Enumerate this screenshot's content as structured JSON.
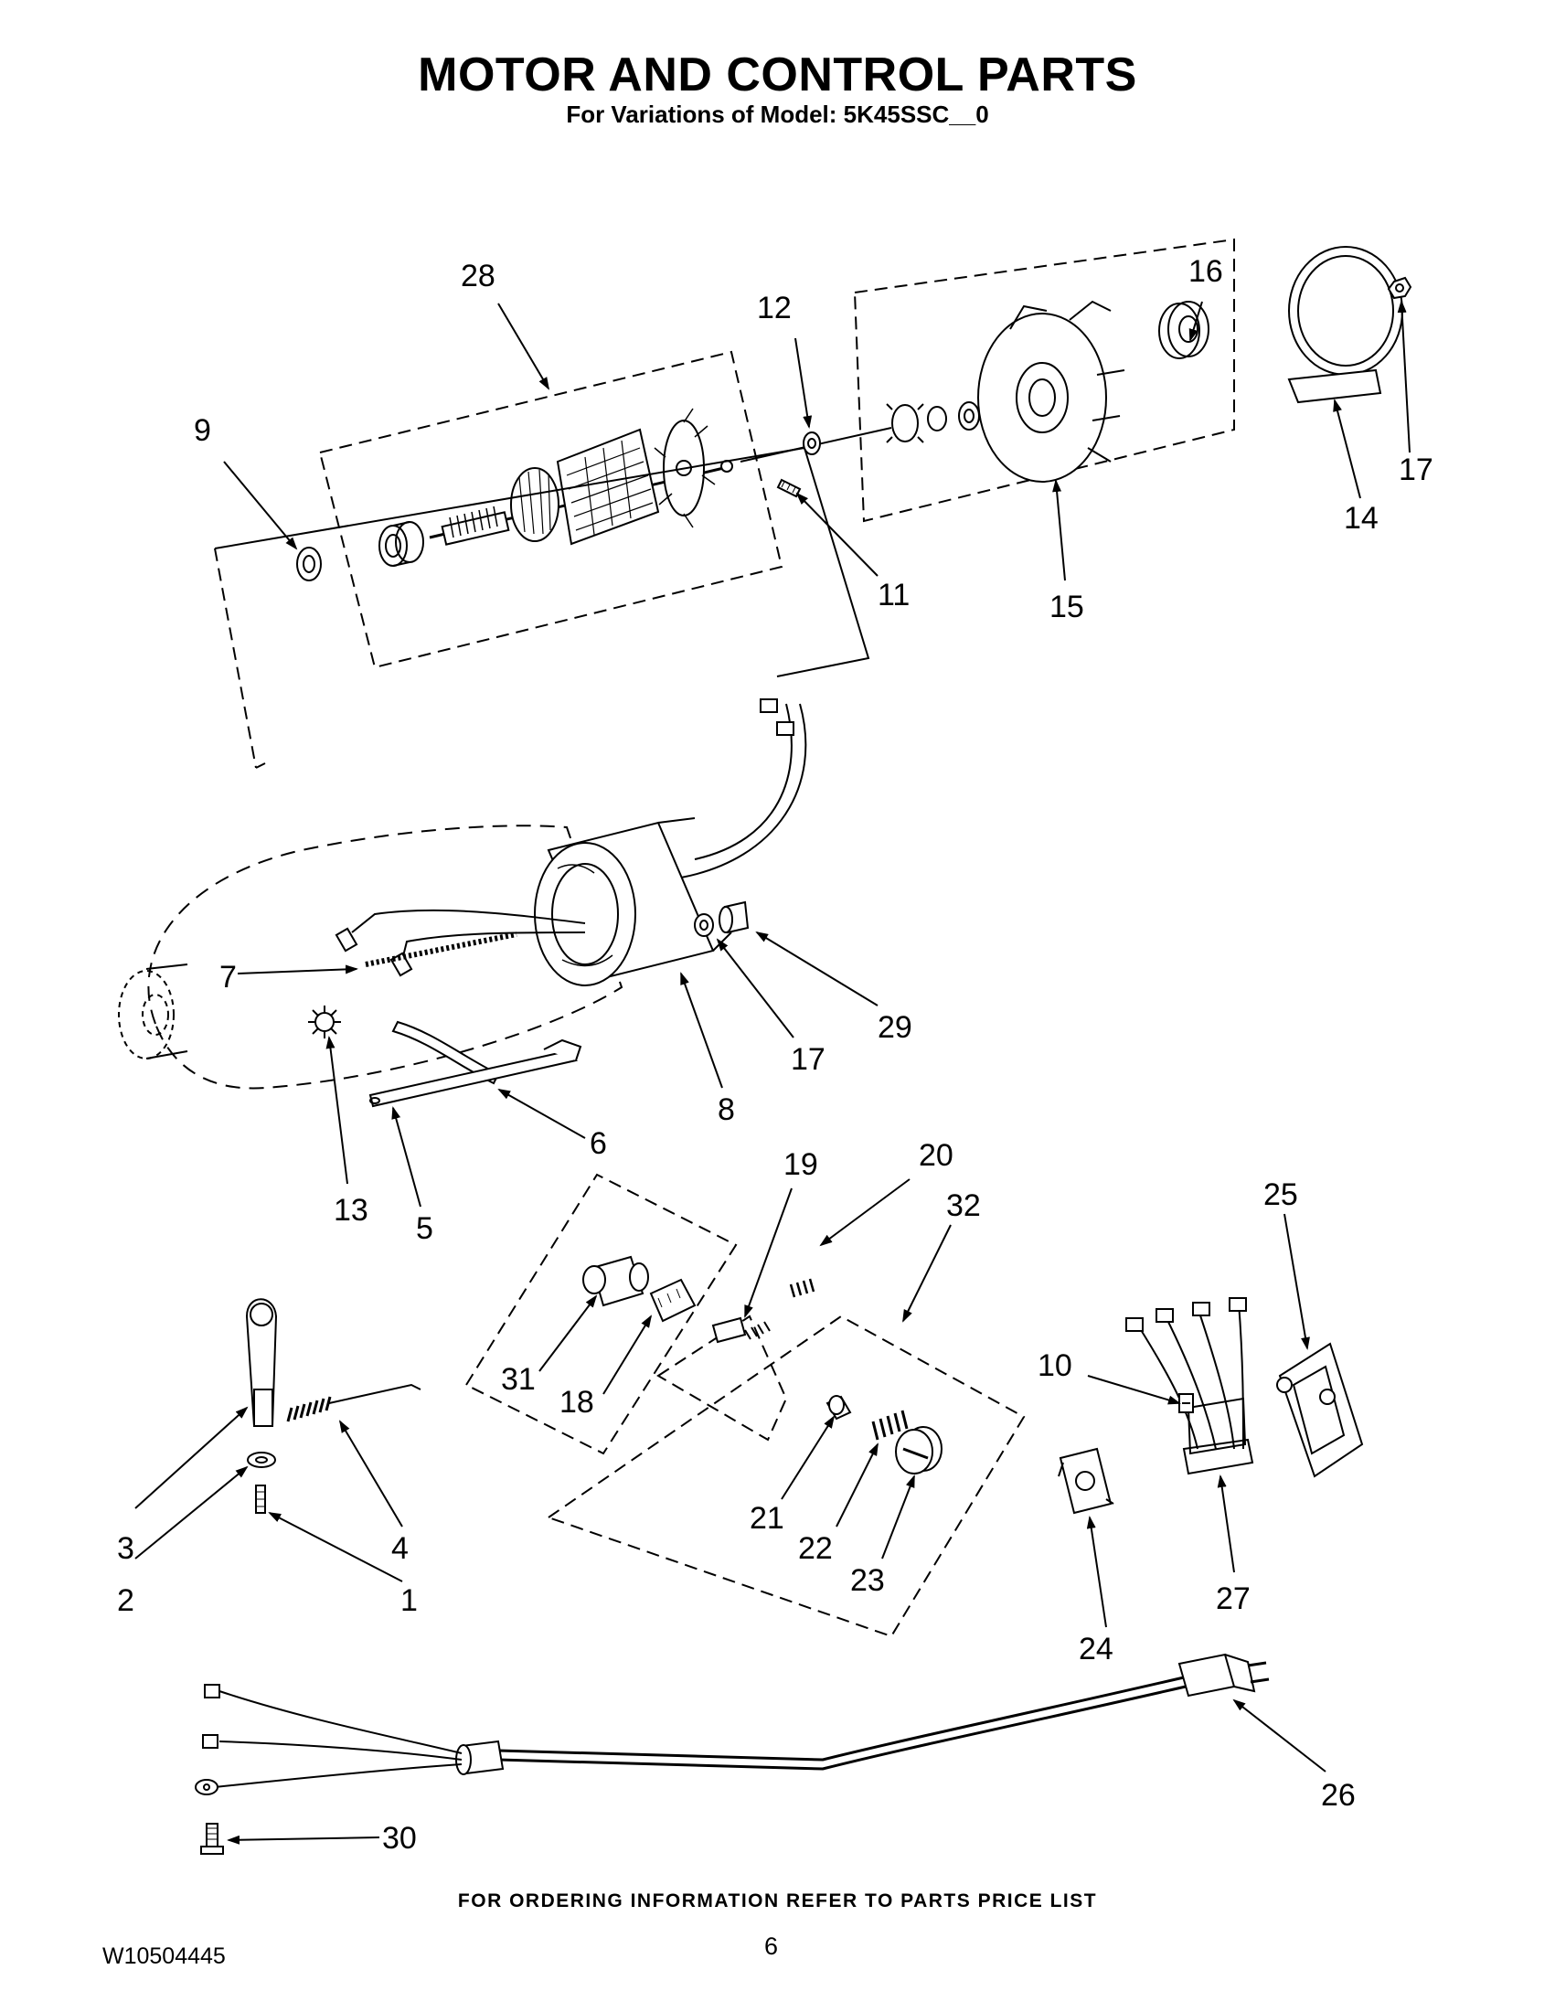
{
  "header": {
    "title": "MOTOR AND CONTROL PARTS",
    "subtitle": "For Variations of Model: 5K45SSC__0"
  },
  "callouts": [
    {
      "id": "28",
      "label": "28"
    },
    {
      "id": "12",
      "label": "12"
    },
    {
      "id": "16",
      "label": "16"
    },
    {
      "id": "9",
      "label": "9"
    },
    {
      "id": "17a",
      "label": "17"
    },
    {
      "id": "14",
      "label": "14"
    },
    {
      "id": "11",
      "label": "11"
    },
    {
      "id": "15",
      "label": "15"
    },
    {
      "id": "7",
      "label": "7"
    },
    {
      "id": "29",
      "label": "29"
    },
    {
      "id": "17b",
      "label": "17"
    },
    {
      "id": "8",
      "label": "8"
    },
    {
      "id": "6",
      "label": "6"
    },
    {
      "id": "13",
      "label": "13"
    },
    {
      "id": "5",
      "label": "5"
    },
    {
      "id": "19",
      "label": "19"
    },
    {
      "id": "20",
      "label": "20"
    },
    {
      "id": "32",
      "label": "32"
    },
    {
      "id": "25",
      "label": "25"
    },
    {
      "id": "31",
      "label": "31"
    },
    {
      "id": "18",
      "label": "18"
    },
    {
      "id": "10",
      "label": "10"
    },
    {
      "id": "3",
      "label": "3"
    },
    {
      "id": "4",
      "label": "4"
    },
    {
      "id": "2",
      "label": "2"
    },
    {
      "id": "1",
      "label": "1"
    },
    {
      "id": "21",
      "label": "21"
    },
    {
      "id": "22",
      "label": "22"
    },
    {
      "id": "23",
      "label": "23"
    },
    {
      "id": "27",
      "label": "27"
    },
    {
      "id": "24",
      "label": "24"
    },
    {
      "id": "26",
      "label": "26"
    },
    {
      "id": "30",
      "label": "30"
    }
  ],
  "footer": {
    "ordering_note": "FOR ORDERING INFORMATION REFER TO PARTS PRICE LIST",
    "document_number": "W10504445",
    "page_number": "6"
  }
}
